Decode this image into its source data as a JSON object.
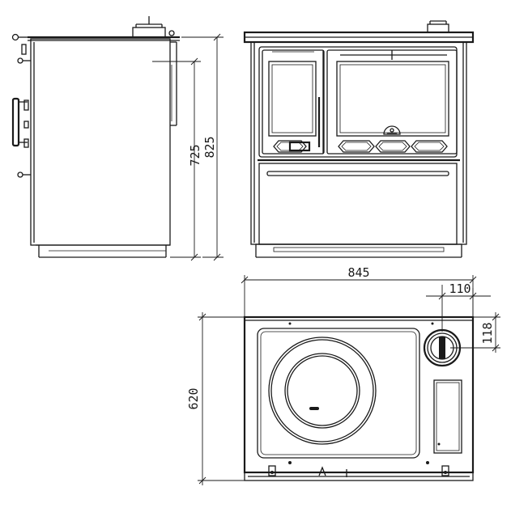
{
  "dimensions": {
    "side_inner_height": "725",
    "side_total_height": "825",
    "top_width": "845",
    "flue_offset_x": "110",
    "flue_offset_y": "118",
    "top_depth": "620"
  }
}
